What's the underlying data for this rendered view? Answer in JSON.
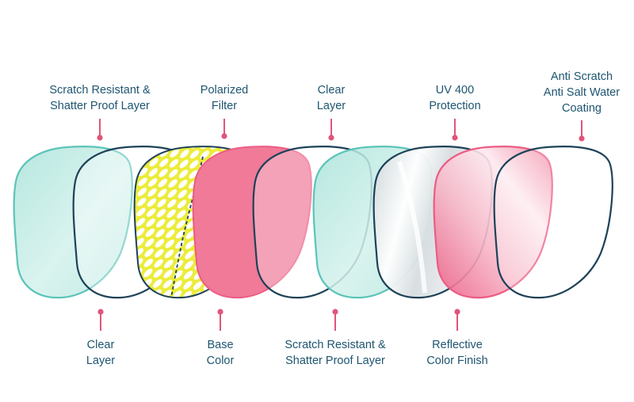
{
  "colors": {
    "label_text": "#1e5570",
    "outline_navy": "#1e4258",
    "teal": "#5cc4b8",
    "teal_fill": "#bfe9e2",
    "yellow": "#ecec3a",
    "pink": "#ec5c84",
    "pink_fill": "#f07a98",
    "pointer": "#e0557b"
  },
  "labels": {
    "top": [
      {
        "line1": "Scratch Resistant &",
        "line2": "Shatter Proof Layer"
      },
      {
        "line1": "Polarized",
        "line2": "Filter"
      },
      {
        "line1": "Clear",
        "line2": "Layer"
      },
      {
        "line1": "UV 400",
        "line2": "Protection"
      },
      {
        "line1": "Anti Scratch",
        "line2": "Anti Salt Water",
        "line3": "Coating"
      }
    ],
    "bottom": [
      {
        "line1": "Clear",
        "line2": "Layer"
      },
      {
        "line1": "Base",
        "line2": "Color"
      },
      {
        "line1": "Scratch Resistant &",
        "line2": "Shatter Proof Layer"
      },
      {
        "line1": "Reflective",
        "line2": "Color Finish"
      }
    ]
  },
  "layers": [
    {
      "name": "scratch-resistant-layer-1",
      "style": "teal"
    },
    {
      "name": "clear-layer-1",
      "style": "navy-outline"
    },
    {
      "name": "polarized-filter",
      "style": "yellow-pattern"
    },
    {
      "name": "base-color",
      "style": "pink"
    },
    {
      "name": "clear-layer-2",
      "style": "navy-outline"
    },
    {
      "name": "scratch-resistant-layer-2",
      "style": "teal"
    },
    {
      "name": "uv-400-protection",
      "style": "silver"
    },
    {
      "name": "reflective-color-finish",
      "style": "pink-gradient"
    },
    {
      "name": "anti-scratch-coating",
      "style": "navy-outline"
    }
  ]
}
